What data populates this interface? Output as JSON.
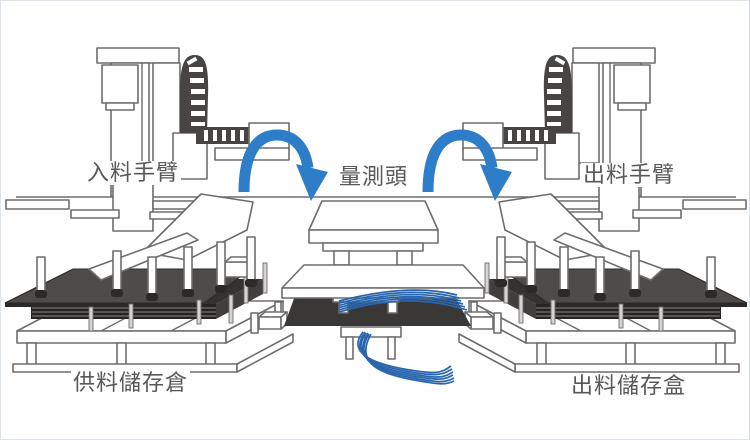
{
  "figure": {
    "description": "Isometric line diagram of an automated measurement machine with infeed/outfeed pick-and-place arms, a central measuring head and two storage magazines",
    "labels": {
      "infeed_arm": "入料手臂",
      "measuring_head": "量測頭",
      "outfeed_arm": "出料手臂",
      "supply_magazine": "供料儲存倉",
      "outfeed_magazine": "出料儲存盒"
    },
    "flow": [
      {
        "from": "入料手臂",
        "to": "量測頭"
      },
      {
        "from": "量測頭",
        "to": "出料手臂"
      }
    ],
    "colors": {
      "arrow_blue": "#2e7dc8",
      "cable_blue": "#2966ad",
      "outline_gray": "#6f6c6c",
      "chain_dark": "#474443",
      "panel_dark": "#353232",
      "panel_front_dark": "#262323",
      "panel_mid": "#4e4b4b",
      "mat_dark": "#3a3737",
      "label_text": "#595757",
      "card_border": "#dfe3ea",
      "background": "#ffffff"
    }
  }
}
